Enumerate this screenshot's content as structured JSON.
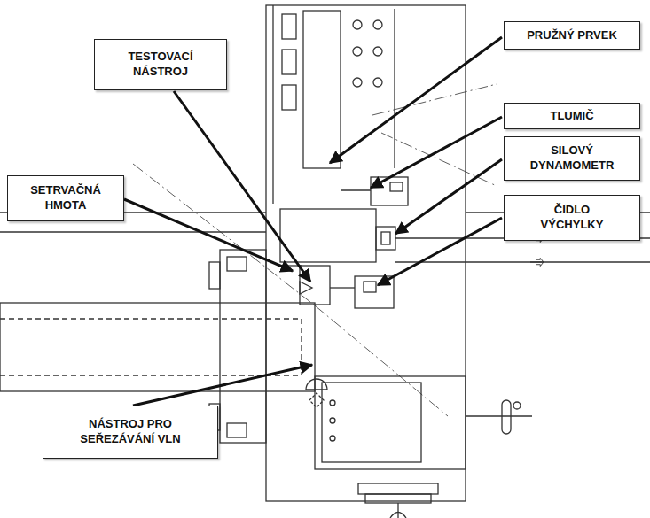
{
  "diagram": {
    "nodes": [
      {
        "text": [
          "PRUŽNÝ PRVEK"
        ]
      },
      {
        "text": [
          "TESTOVACÍ NÁSTROJ"
        ]
      },
      {
        "text": [
          "TLUMIČ"
        ]
      },
      {
        "text": [
          "SILOVÝ DYNAMOMETR"
        ]
      },
      {
        "text": [
          "SETRVAČNÁ HMOTA"
        ]
      },
      {
        "text": [
          "ČIDLO VÝCHYLKY"
        ]
      },
      {
        "text": [
          "NÁSTROJ PRO SEŘEZÁVÁNÍ VLN"
        ]
      }
    ]
  }
}
